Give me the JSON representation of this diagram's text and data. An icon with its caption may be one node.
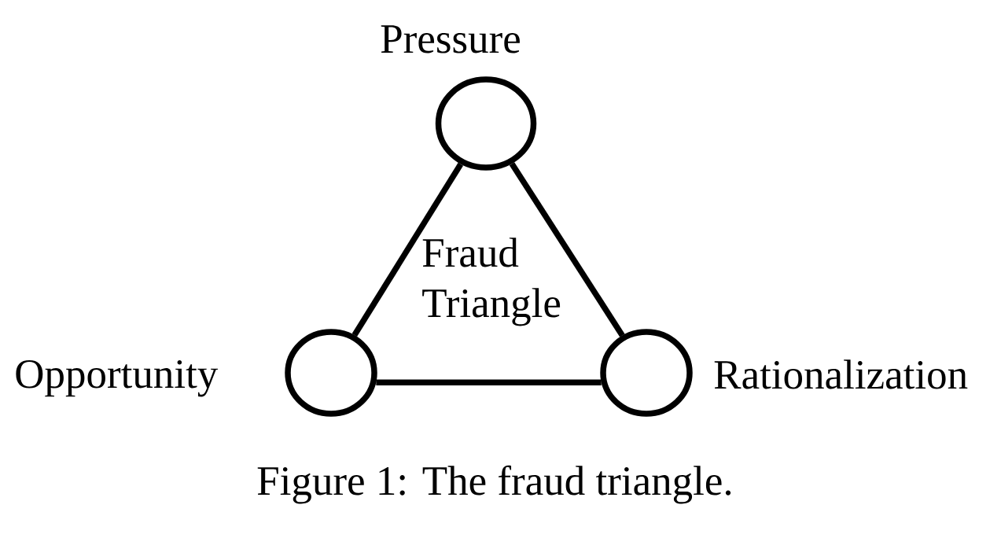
{
  "diagram": {
    "caption": "Figure 1: The fraud triangle.",
    "nodes": [
      {
        "text": [
          "Pressure"
        ]
      },
      {
        "text": [
          "Opportunity"
        ]
      },
      {
        "text": [
          "Rationalization"
        ]
      }
    ],
    "edges": [
      {
        "from": 0,
        "to": 1,
        "arrow": "none"
      },
      {
        "from": 0,
        "to": 2,
        "arrow": "none"
      },
      {
        "from": 1,
        "to": 2,
        "arrow": "none"
      }
    ],
    "labels": [
      "Fraud Triangle"
    ]
  }
}
